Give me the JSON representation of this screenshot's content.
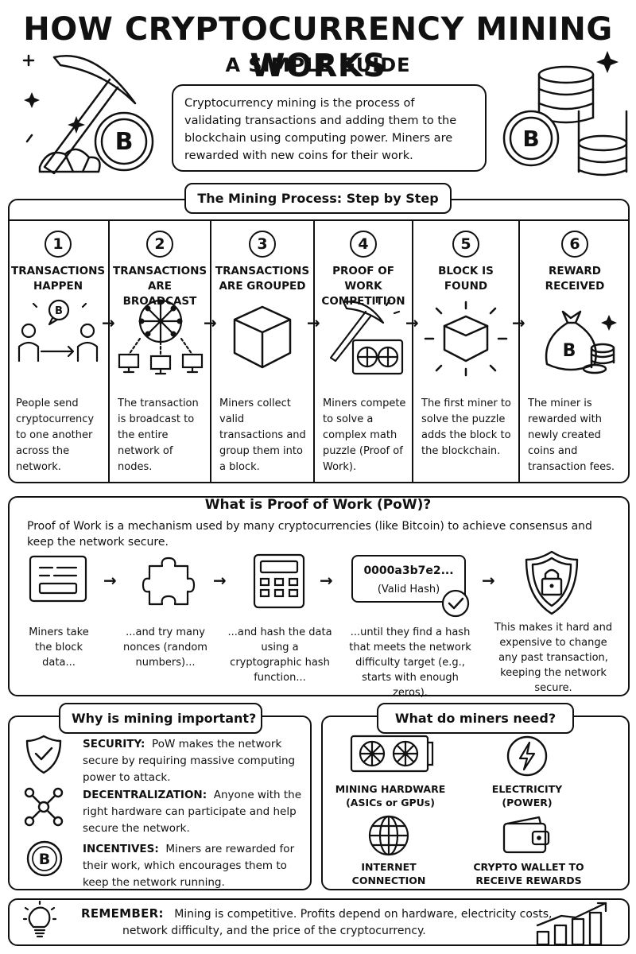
{
  "header": {
    "title": "HOW CRYPTOCURRENCY MINING WORKS",
    "subtitle": "A SIMPLE GUIDE",
    "intro": "Cryptocurrency mining is the process of validating transactions and adding them to the blockchain using computing power. Miners are rewarded with new coins for their work."
  },
  "process": {
    "heading": "The Mining Process: Step by Step",
    "steps": [
      {
        "num": "1",
        "title": "TRANSACTIONS HAPPEN",
        "desc": "People send cryptocurrency to one another across the network.",
        "icon": "people-exchange-icon"
      },
      {
        "num": "2",
        "title": "TRANSACTIONS ARE BROADCAST",
        "desc": "The transaction is broadcast to the entire network of nodes.",
        "icon": "network-globe-icon"
      },
      {
        "num": "3",
        "title": "TRANSACTIONS ARE GROUPED",
        "desc": "Miners collect valid transactions and group them into a block.",
        "icon": "cube-icon"
      },
      {
        "num": "4",
        "title": "PROOF OF WORK COMPETITION",
        "desc": "Miners compete to solve a complex math puzzle (Proof of Work).",
        "icon": "pickaxe-gpu-icon"
      },
      {
        "num": "5",
        "title": "BLOCK IS FOUND",
        "desc": "The first miner to solve the puzzle adds the block to the blockchain.",
        "icon": "glowing-cube-icon"
      },
      {
        "num": "6",
        "title": "REWARD RECEIVED",
        "desc": "The miner is rewarded with newly created coins and transaction fees.",
        "icon": "money-bag-icon"
      }
    ]
  },
  "pow": {
    "heading": "What is Proof of Work (PoW)?",
    "intro": "Proof of Work is a mechanism used by many cryptocurrencies (like Bitcoin) to achieve consensus and keep the network secure.",
    "hash_value": "0000a3b7e2...",
    "hash_label": "(Valid Hash)",
    "steps": [
      {
        "caption": "Miners take the block data...",
        "icon": "block-data-icon"
      },
      {
        "caption": "...and try many nonces (random numbers)...",
        "icon": "puzzle-icon"
      },
      {
        "caption": "...and hash the data using a cryptographic hash function...",
        "icon": "calculator-icon"
      },
      {
        "caption": "...until they find a hash that meets the network difficulty target (e.g., starts with enough zeros).",
        "icon": "valid-hash-icon"
      },
      {
        "caption": "This makes it hard and expensive to change any past transaction, keeping the network secure.",
        "icon": "shield-lock-icon"
      }
    ]
  },
  "why": {
    "heading": "Why is mining important?",
    "items": [
      {
        "label": "SECURITY:",
        "text": "PoW makes the network secure by requiring massive computing power to attack.",
        "icon": "shield-check-icon"
      },
      {
        "label": "DECENTRALIZATION:",
        "text": "Anyone with the right hardware can participate and help secure the network.",
        "icon": "nodes-icon"
      },
      {
        "label": "INCENTIVES:",
        "text": "Miners are rewarded for their work, which encourages them to keep the network running.",
        "icon": "bitcoin-coin-icon"
      }
    ]
  },
  "needs": {
    "heading": "What do miners need?",
    "items": [
      {
        "label": "MINING HARDWARE (ASICs or GPUs)",
        "icon": "gpu-icon"
      },
      {
        "label": "ELECTRICITY (POWER)",
        "icon": "lightning-icon"
      },
      {
        "label": "INTERNET CONNECTION",
        "icon": "globe-icon"
      },
      {
        "label": "CRYPTO WALLET TO RECEIVE REWARDS",
        "icon": "wallet-icon"
      }
    ]
  },
  "remember": {
    "label": "REMEMBER:",
    "text1": "Mining is competitive. Profits depend on hardware, electricity costs,",
    "text2": "network difficulty, and the price of the cryptocurrency."
  },
  "bitcoin_symbol": "B"
}
